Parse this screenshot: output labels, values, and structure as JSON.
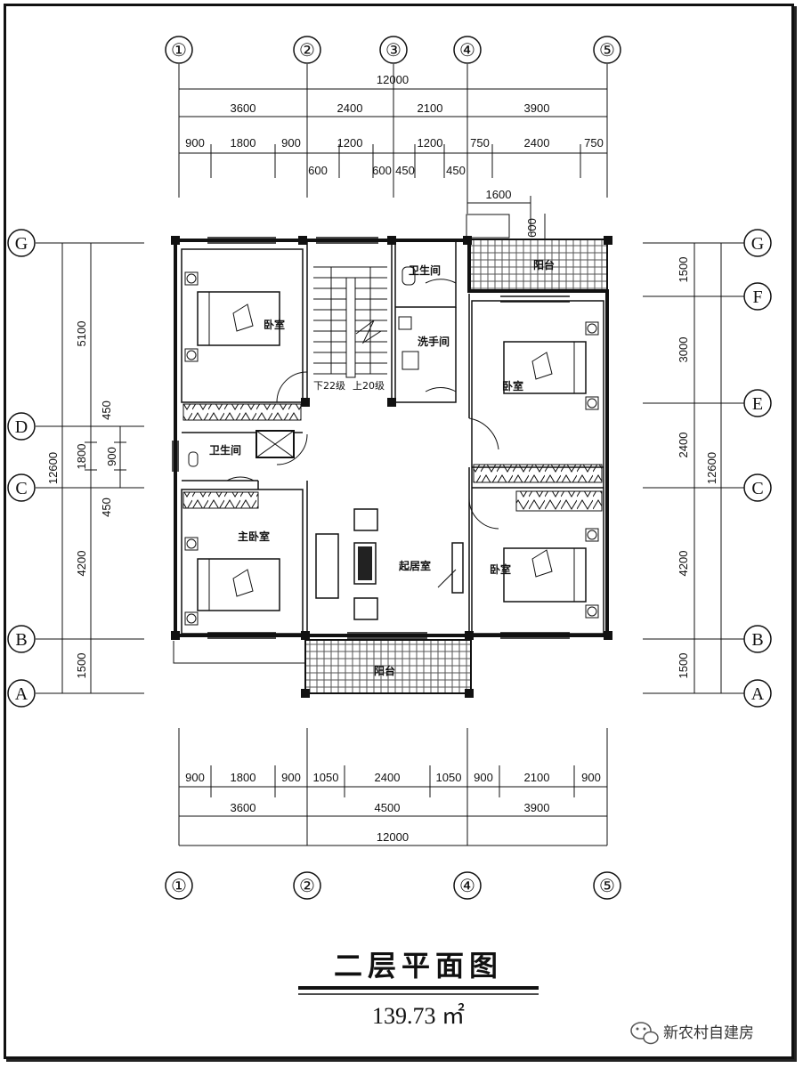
{
  "axes": {
    "top": [
      "①",
      "②",
      "③",
      "④",
      "⑤"
    ],
    "bottom": [
      "①",
      "②",
      "④",
      "⑤"
    ],
    "left": [
      "G",
      "D",
      "C",
      "B",
      "A"
    ],
    "right": [
      "G",
      "F",
      "E",
      "C",
      "B",
      "A"
    ]
  },
  "dims": {
    "top_total": "12000",
    "top_row2": [
      "3600",
      "2400",
      "2100",
      "3900"
    ],
    "top_row3": [
      "900",
      "1800",
      "900",
      "1200",
      "1200",
      "750",
      "2400",
      "750"
    ],
    "top_row4": [
      "600",
      "600",
      "450",
      "450"
    ],
    "balcony_width": "1600",
    "balcony_depth": "600",
    "left_outer": [
      "5100",
      "12600",
      "4200",
      "1500"
    ],
    "left_inner": [
      "450",
      "1800",
      "450"
    ],
    "left_small": "900",
    "right_outer": [
      "1500",
      "3000",
      "2400",
      "4200",
      "1500"
    ],
    "right_total": "12600",
    "bottom_row1": [
      "900",
      "1800",
      "900",
      "1050",
      "2400",
      "1050",
      "900",
      "2100",
      "900"
    ],
    "bottom_row2": [
      "3600",
      "4500",
      "3900"
    ],
    "bottom_total": "12000"
  },
  "rooms": {
    "bedroom_nw": "卧室",
    "bath_n": "卫生间",
    "wash": "洗手间",
    "balcony_ne": "阳台",
    "bedroom_ne": "卧室",
    "bath_w": "卫生间",
    "master_bedroom": "主卧室",
    "living": "起居室",
    "bedroom_se": "卧室",
    "balcony_s": "阳台",
    "stair_down": "下22级",
    "stair_up": "上20级"
  },
  "title": "二层平面图",
  "area": "139.73 ㎡",
  "watermark": "新农村自建房"
}
